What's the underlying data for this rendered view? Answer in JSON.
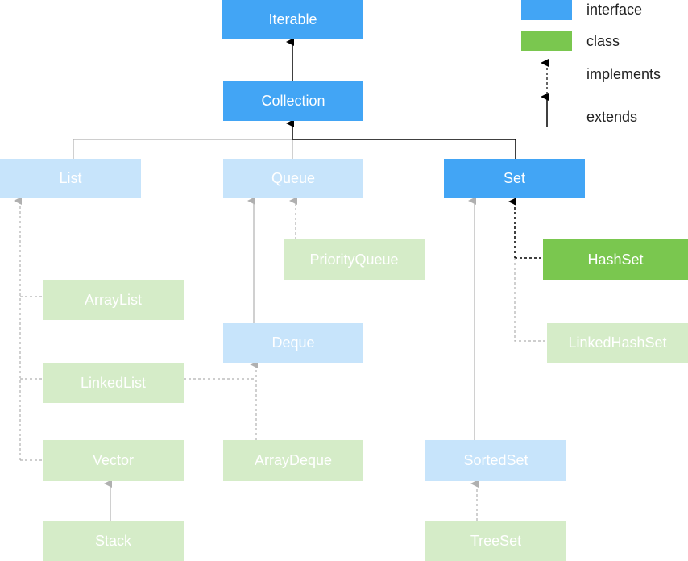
{
  "nodes": {
    "iterable": "Iterable",
    "collection": "Collection",
    "list": "List",
    "queue": "Queue",
    "set": "Set",
    "priority_queue": "PriorityQueue",
    "hash_set": "HashSet",
    "array_list": "ArrayList",
    "deque": "Deque",
    "linked_hash_set": "LinkedHashSet",
    "linked_list": "LinkedList",
    "vector": "Vector",
    "array_deque": "ArrayDeque",
    "sorted_set": "SortedSet",
    "stack": "Stack",
    "tree_set": "TreeSet"
  },
  "legend": {
    "interface": "interface",
    "class": "class",
    "implements": "implements",
    "extends": "extends"
  },
  "colors": {
    "interface": "#42a5f5",
    "interface_faded": "#c7e4fb",
    "class": "#7ac74f",
    "class_faded": "#d5ecc8"
  }
}
